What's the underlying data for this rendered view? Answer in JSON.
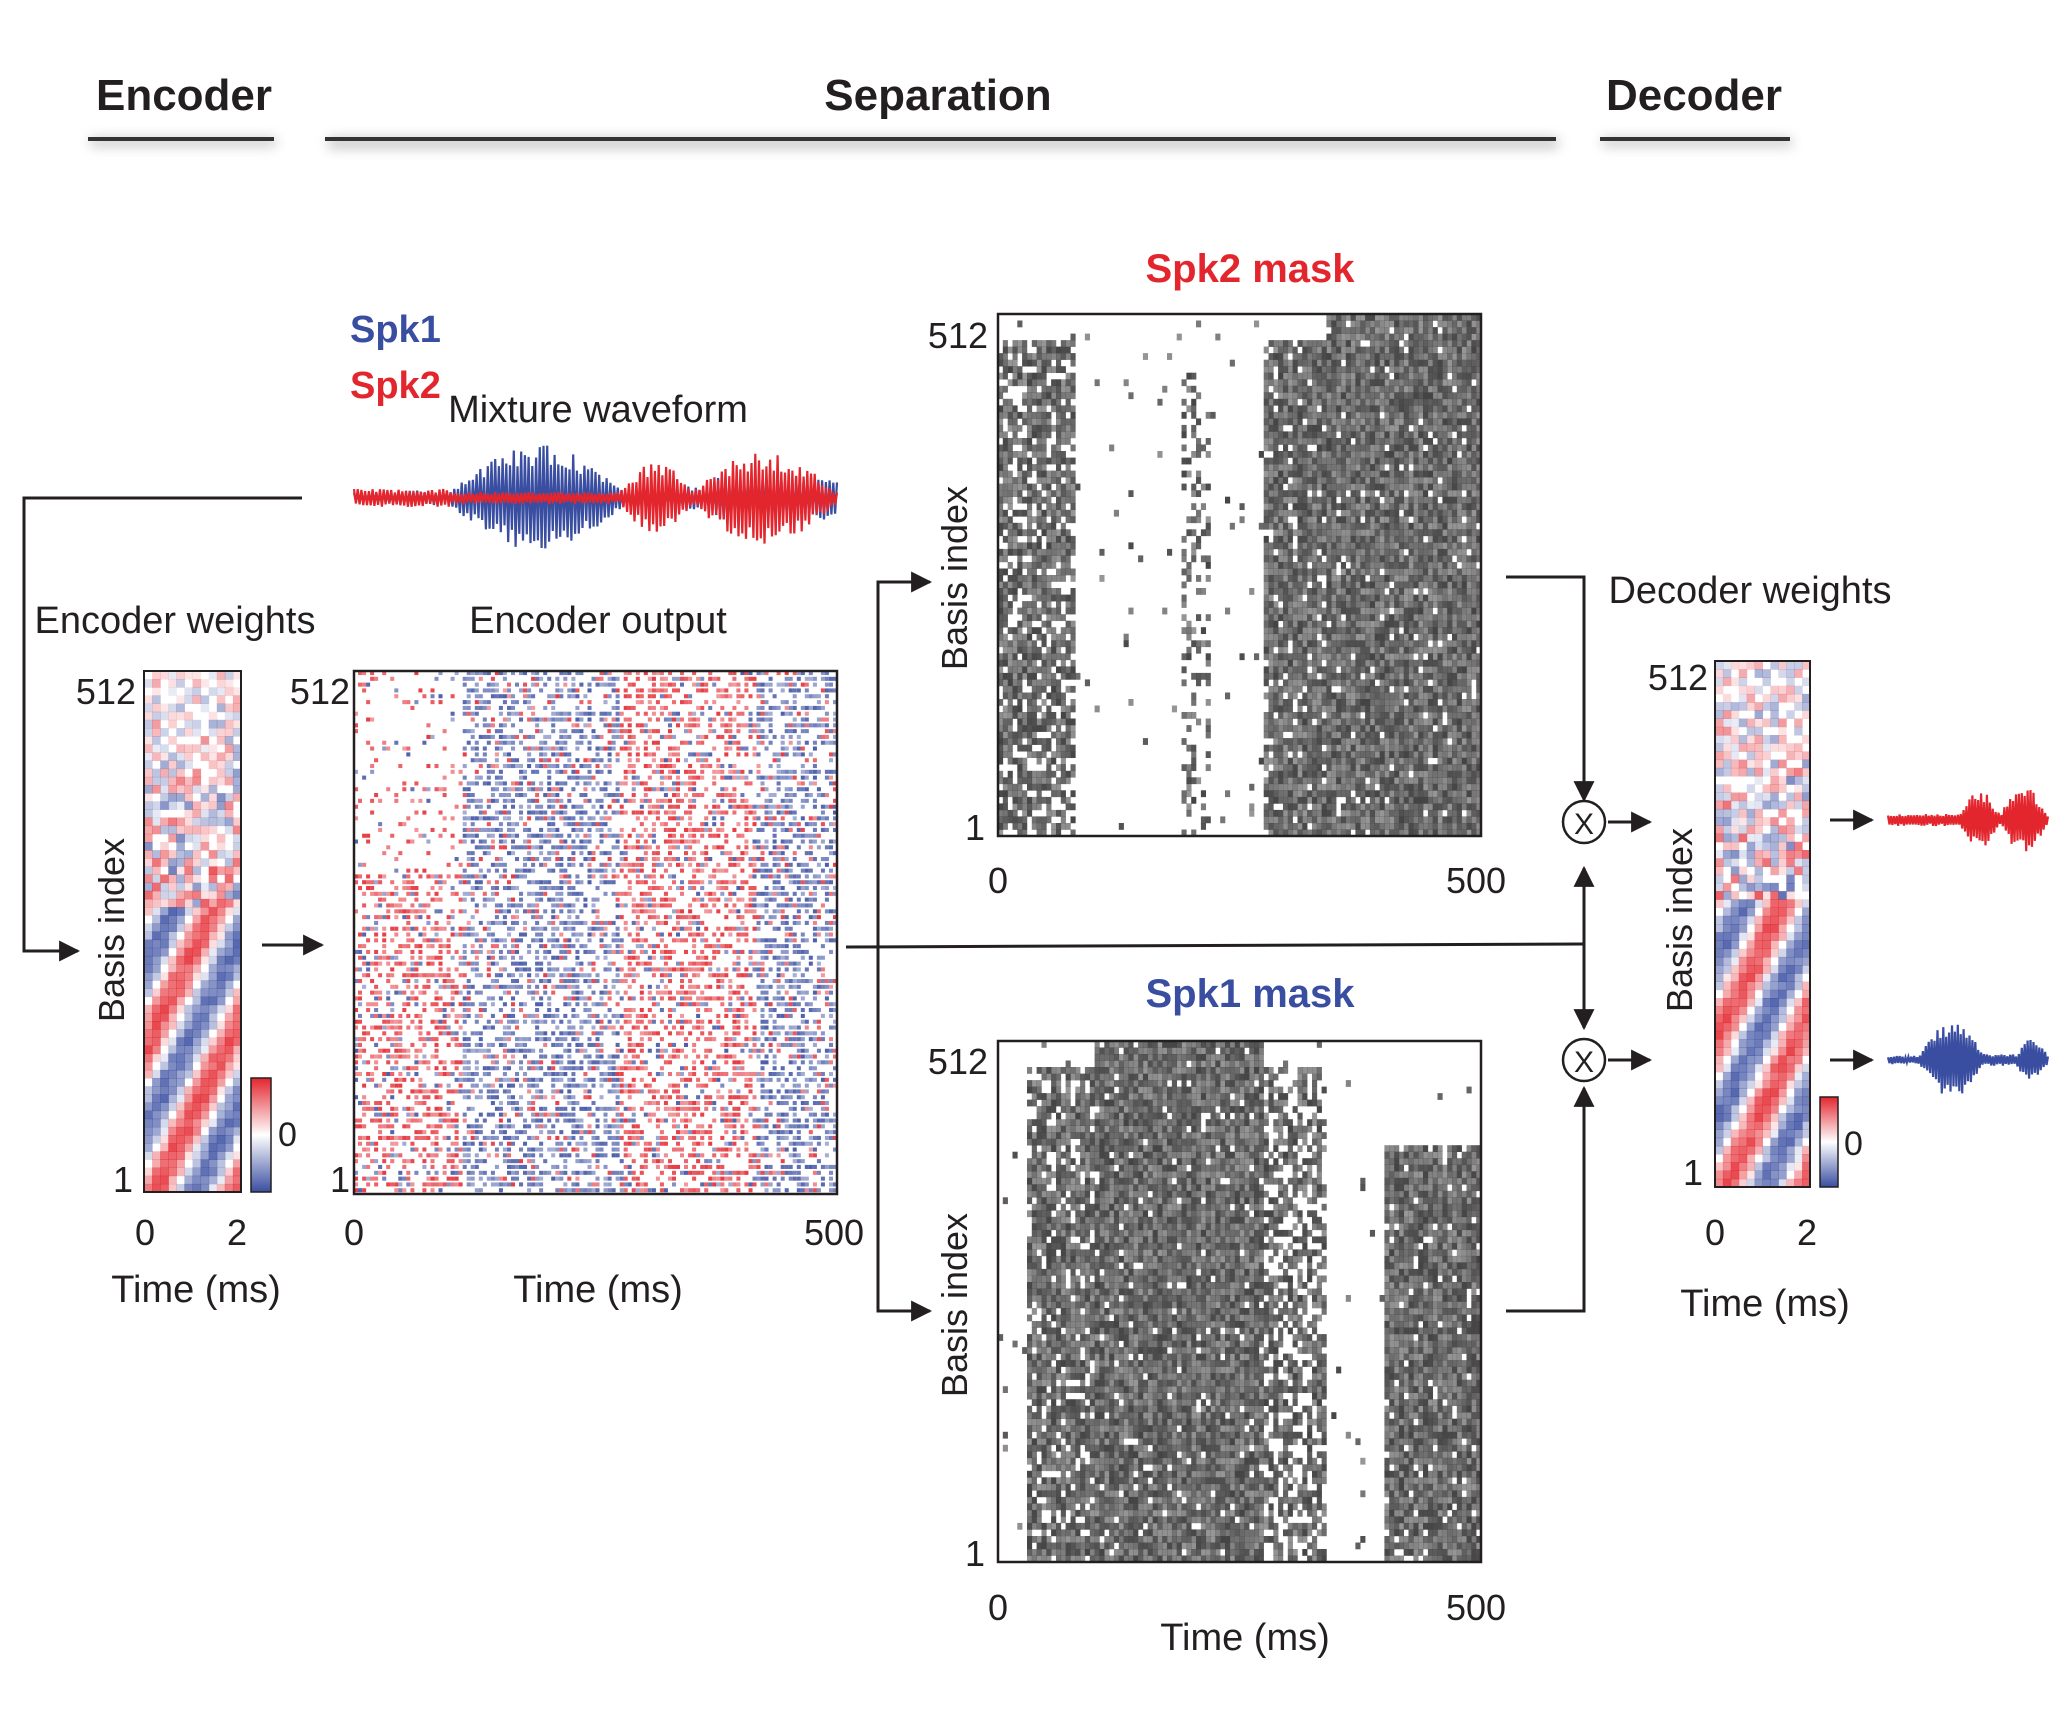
{
  "sections": {
    "encoder": "Encoder",
    "separation": "Separation",
    "decoder": "Decoder"
  },
  "legend": {
    "spk1": "Spk1",
    "spk2": "Spk2"
  },
  "mixture": {
    "title": "Mixture waveform"
  },
  "encoder_weights": {
    "title": "Encoder weights",
    "y_top": "512",
    "y_bottom": "1",
    "y_label": "Basis index",
    "x_ticks": [
      "0",
      "2"
    ],
    "x_label": "Time (ms)",
    "colorbar_label": "0"
  },
  "encoder_output": {
    "title": "Encoder output",
    "y_top": "512",
    "y_bottom": "1",
    "x_ticks": [
      "0",
      "500"
    ],
    "x_label": "Time (ms)"
  },
  "spk2_mask": {
    "title": "Spk2 mask",
    "y_top": "512",
    "y_bottom": "1",
    "y_label": "Basis index",
    "x_ticks": [
      "0",
      "500"
    ]
  },
  "spk1_mask": {
    "title": "Spk1 mask",
    "y_top": "512",
    "y_bottom": "1",
    "y_label": "Basis index",
    "x_ticks": [
      "0",
      "500"
    ],
    "x_label": "Time (ms)"
  },
  "decoder_weights": {
    "title": "Decoder weights",
    "y_top": "512",
    "y_bottom": "1",
    "y_label": "Basis index",
    "x_ticks": [
      "0",
      "2"
    ],
    "x_label": "Time (ms)",
    "colorbar_label": "0"
  },
  "multiply_symbol": "X",
  "colors": {
    "spk1": "#3a4ea1",
    "spk2": "#e3262e",
    "mask": "#444444",
    "text": "#231f20"
  }
}
